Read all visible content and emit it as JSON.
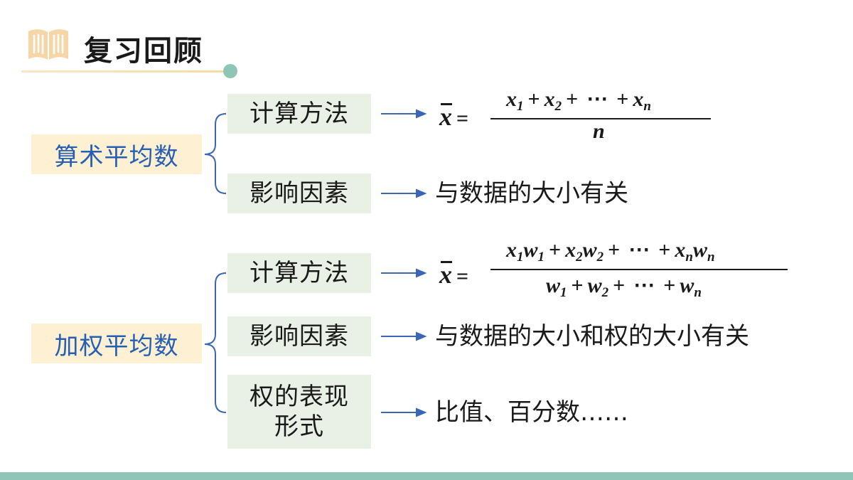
{
  "header": {
    "title": "复习回顾",
    "icon": "book-icon"
  },
  "arithmetic": {
    "label": "算术平均数",
    "method_label": "计算方法",
    "factor_label": "影响因素",
    "factor_text": "与数据的大小有关"
  },
  "weighted": {
    "label": "加权平均数",
    "method_label": "计算方法",
    "factor_label": "影响因素",
    "factor_text": "与数据的大小和权的大小有关",
    "form_label_line1": "权的表现",
    "form_label_line2": "形式",
    "form_text": "比值、百分数……"
  },
  "formula1": {
    "lhs": "x",
    "eq": "=",
    "num_x1": "x",
    "num_sub1": "1",
    "num_plus1": "+",
    "num_x2": "x",
    "num_sub2": "2",
    "num_plus2": "+",
    "num_dots": "⋯",
    "num_plus3": "+",
    "num_xn": "x",
    "num_subn": "n",
    "den": "n"
  },
  "formula2": {
    "lhs": "x",
    "eq": "=",
    "num_x1": "x",
    "num_sub_x1": "1",
    "num_w1": "w",
    "num_sub_w1": "1",
    "num_plus1": "+",
    "num_x2": "x",
    "num_sub_x2": "2",
    "num_w2": "w",
    "num_sub_w2": "2",
    "num_plus2": "+",
    "num_dots": "⋯",
    "num_plus3": "+",
    "num_xn": "x",
    "num_sub_xn": "n",
    "num_wn": "w",
    "num_sub_wn": "n",
    "den_w1": "w",
    "den_sub1": "1",
    "den_plus1": "+",
    "den_w2": "w",
    "den_sub2": "2",
    "den_plus2": "+",
    "den_dots": "⋯",
    "den_plus3": "+",
    "den_wn": "w",
    "den_subn": "n"
  },
  "colors": {
    "label_blue": "#2660b5",
    "label_bg": "#fdf0d3",
    "box_bg": "#e9f0e5",
    "connector": "#3a66b8",
    "accent_teal": "#8fc5b7"
  }
}
